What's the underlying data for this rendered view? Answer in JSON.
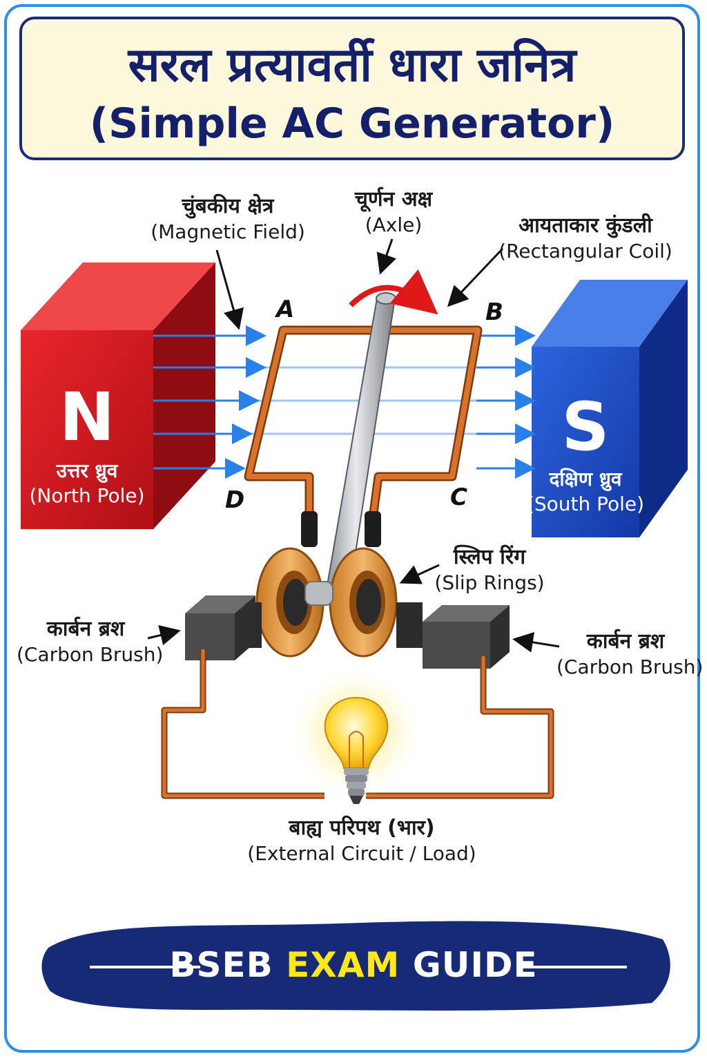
{
  "title": {
    "hindi": "सरल प्रत्यावर्ती धारा जनित्र",
    "english": "(Simple AC Generator)"
  },
  "labels": {
    "magnetic_field": {
      "hindi": "चुंबकीय क्षेत्र",
      "english": "(Magnetic Field)"
    },
    "axle": {
      "hindi": "चूर्णन अक्ष",
      "english": "(Axle)"
    },
    "coil": {
      "hindi": "आयताकार कुंडली",
      "english": "(Rectangular Coil)"
    },
    "slip_rings": {
      "hindi": "स्लिप रिंग",
      "english": "(Slip Rings)"
    },
    "brush_left": {
      "hindi": "कार्बन ब्रश",
      "english": "(Carbon Brush)"
    },
    "brush_right": {
      "hindi": "कार्बन ब्रश",
      "english": "(Carbon Brush)"
    },
    "load": {
      "hindi": "बाह्य परिपथ (भार)",
      "english": "(External Circuit / Load)"
    }
  },
  "corners": {
    "a": "A",
    "b": "B",
    "c": "C",
    "d": "D"
  },
  "north_pole": {
    "letter": "N",
    "hindi": "उत्तर ध्रुव",
    "english": "(North Pole)",
    "color": "#d0191f"
  },
  "south_pole": {
    "letter": "S",
    "hindi": "दक्षिण ध्रुव",
    "english": "(South Pole)",
    "color": "#1f4fc4"
  },
  "banner": {
    "part1": "BSEB ",
    "part2": "EXAM",
    "part3": " GUIDE",
    "bg_color": "#162a78",
    "accent_color": "#ffe81a"
  },
  "colors": {
    "title_text": "#15206b",
    "frame": "#2e8fe6",
    "coil": "#c8611b",
    "field_lines": "#2a7fe8",
    "rotation_arrow": "#e01818"
  }
}
